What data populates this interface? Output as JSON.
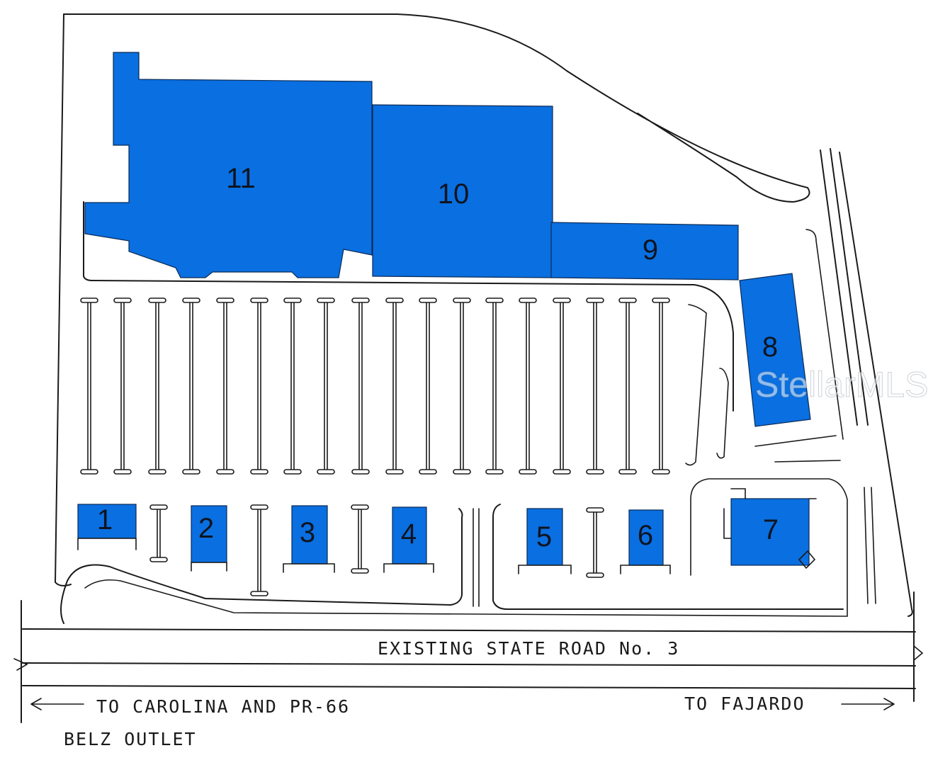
{
  "map": {
    "units": [
      {
        "id": "1",
        "label": "1"
      },
      {
        "id": "2",
        "label": "2"
      },
      {
        "id": "3",
        "label": "3"
      },
      {
        "id": "4",
        "label": "4"
      },
      {
        "id": "5",
        "label": "5"
      },
      {
        "id": "6",
        "label": "6"
      },
      {
        "id": "7",
        "label": "7"
      },
      {
        "id": "8",
        "label": "8"
      },
      {
        "id": "9",
        "label": "9"
      },
      {
        "id": "10",
        "label": "10"
      },
      {
        "id": "11",
        "label": "11"
      }
    ],
    "road_label": "EXISTING STATE ROAD No. 3",
    "direction_left": "TO CAROLINA AND PR-66",
    "direction_right": "TO FAJARDO",
    "landmark": "BELZ OUTLET",
    "watermark": "StellarMLS",
    "colors": {
      "building_fill": "#0a6fe0",
      "line": "#1a1a1a",
      "background": "#ffffff"
    }
  }
}
